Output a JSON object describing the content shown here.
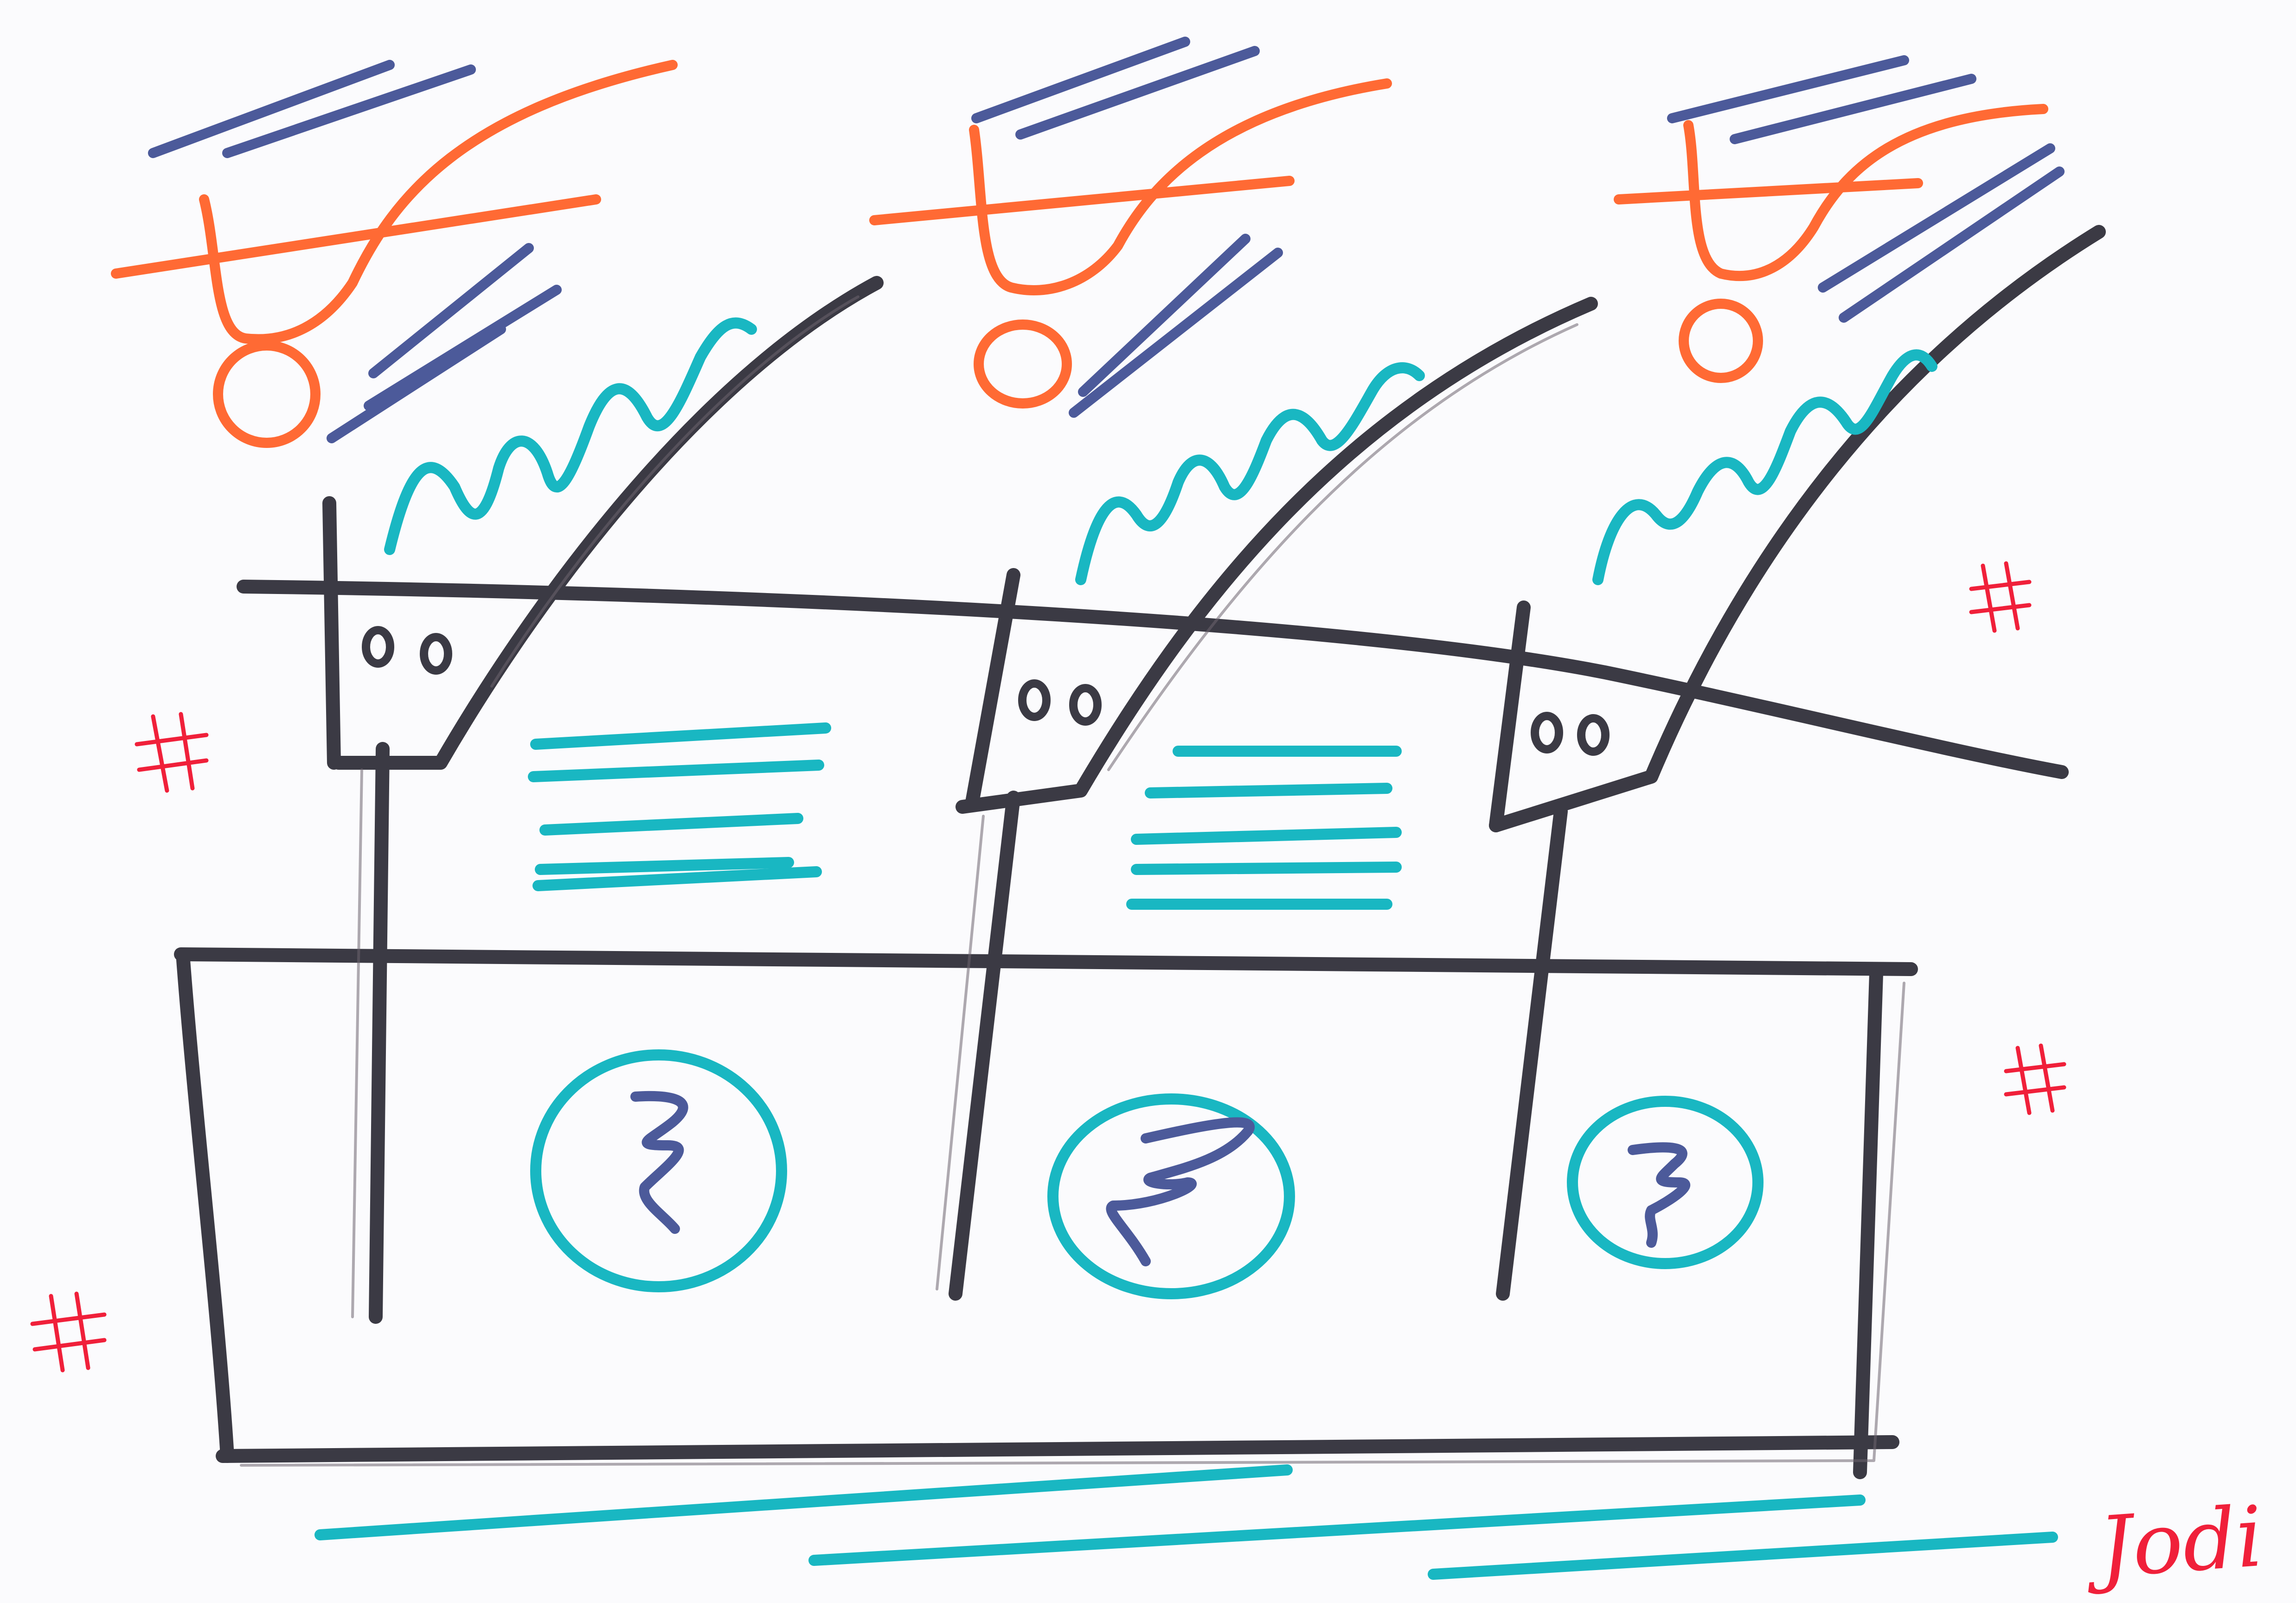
{
  "colors": {
    "paper": "#fbfbfd",
    "black_marker": "#3b3a44",
    "pencil": "#6d6470",
    "cyan_marker": "#19b7c2",
    "blue_marker": "#4c5a9a",
    "orange_marker": "#ff6a34",
    "red_marker": "#f0203a"
  },
  "scene": {
    "units": 3,
    "eyes_per_unit": 2,
    "text_strokes_per_block": [
      5,
      5
    ],
    "coin_count": 3,
    "star_count": 4,
    "underline_count": 3
  },
  "icons": [
    "star-mark-icon",
    "coin-scribble-icon"
  ],
  "signature": {
    "text": "Jodi"
  }
}
